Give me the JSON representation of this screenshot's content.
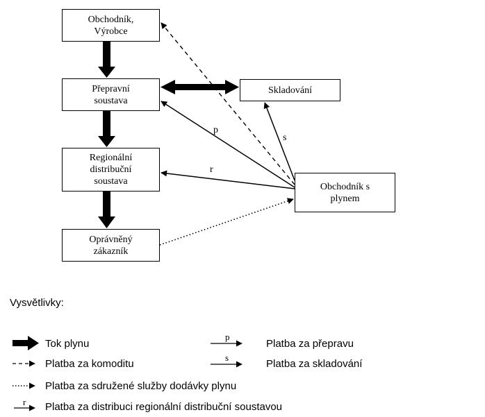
{
  "nodes": {
    "merchant": "Obchodník,\nVýrobce",
    "transport": "Přepravní\nsoustava",
    "storage": "Skladování",
    "regional": "Regionální\ndistribuční\nsoustava",
    "customer": "Oprávněný\nzákazník",
    "gas_trader": "Obchodník s\nplynem"
  },
  "edge_labels": {
    "p": "p",
    "s": "s",
    "r": "r"
  },
  "legend": {
    "title": "Vysvětlivky:",
    "items": {
      "gas_flow": "Tok plynu",
      "commodity_payment": "Platba za komoditu",
      "bundled_payment": "Platba za sdružené služby dodávky plynu",
      "distribution_payment": "Platba za distribuci regionální distribuční soustavou",
      "transport_payment": "Platba za přepravu",
      "storage_payment": "Platba za skladování"
    },
    "symbol_letters": {
      "p": "p",
      "s": "s",
      "r": "r"
    }
  }
}
